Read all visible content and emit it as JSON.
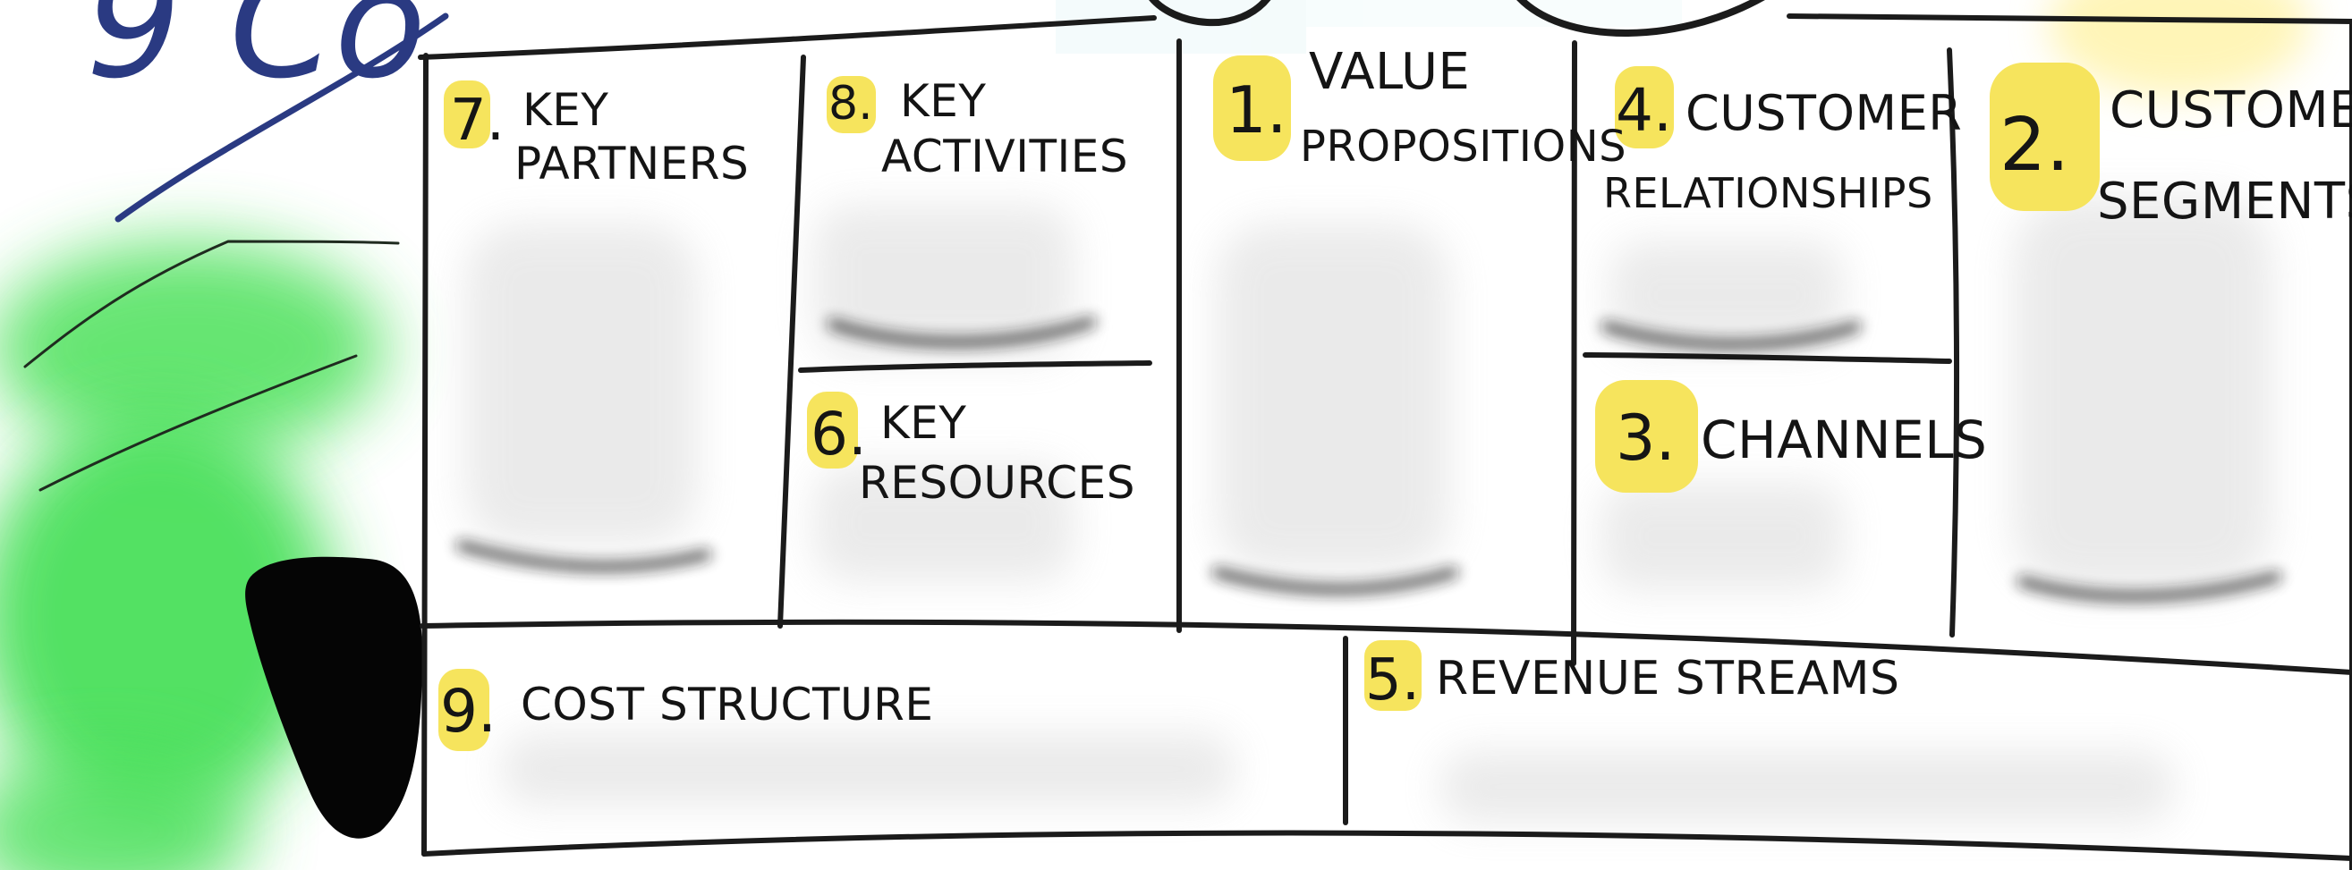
{
  "canvas": {
    "colors": {
      "paper": "#ffffff",
      "ink": "#141414",
      "highlight": "#f6e35a",
      "green_blur": "#47e25b",
      "blue_ink": "#263a8b"
    }
  },
  "partial_top_text": "9 Co",
  "blocks": [
    {
      "id": "key-partners",
      "number": "7.",
      "title_lines": [
        "KEY",
        "PARTNERS"
      ]
    },
    {
      "id": "key-activities",
      "number": "8.",
      "title_lines": [
        "KEY",
        "ACTIVITIES"
      ]
    },
    {
      "id": "key-resources",
      "number": "6.",
      "title_lines": [
        "KEY",
        "RESOURCES"
      ]
    },
    {
      "id": "value-propositions",
      "number": "1.",
      "title_lines": [
        "VALUE",
        "PROPOSITIONS"
      ]
    },
    {
      "id": "customer-relationships",
      "number": "4.",
      "title_lines": [
        "CUSTOMER",
        "RELATIONSHIPS"
      ]
    },
    {
      "id": "channels",
      "number": "3.",
      "title_lines": [
        "CHANNELS"
      ]
    },
    {
      "id": "customer-segments",
      "number": "2.",
      "title_lines": [
        "CUSTOMER",
        "SEGMENTS"
      ]
    },
    {
      "id": "cost-structure",
      "number": "9.",
      "title_lines": [
        "COST STRUCTURE"
      ]
    },
    {
      "id": "revenue-streams",
      "number": "5.",
      "title_lines": [
        "REVENUE STREAMS"
      ]
    }
  ]
}
